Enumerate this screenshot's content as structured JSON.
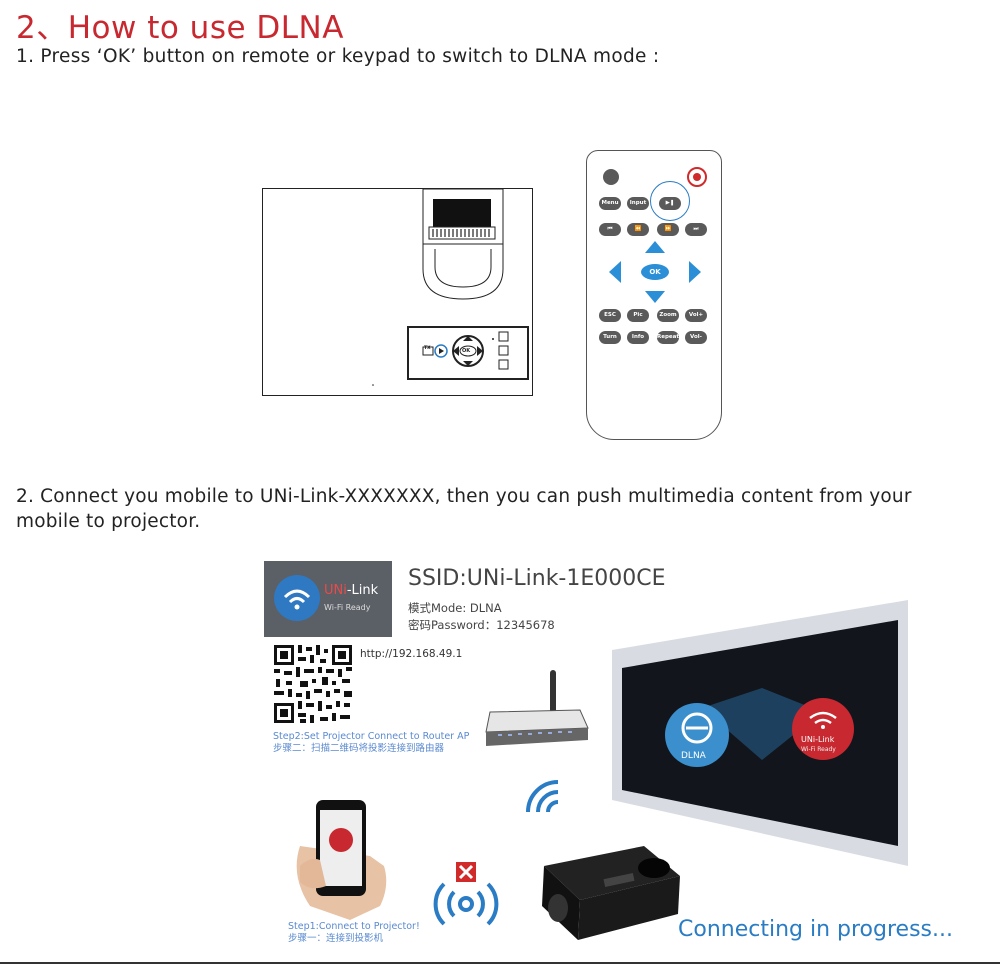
{
  "heading": "2、How to use DLNA",
  "step1": {
    "text": "1. Press ‘OK’ button on remote or keypad to switch to DLNA mode :"
  },
  "step2": {
    "text": "2. Connect you mobile to UNi-Link-XXXXXXX, then you can push multimedia content from your mobile to projector."
  },
  "projector_panel": {
    "keys": [
      "TX",
      "OK"
    ]
  },
  "remote": {
    "row1": [
      "Menu",
      "Input"
    ],
    "row2": [],
    "ok": "OK",
    "row4": [
      "ESC",
      "Pic",
      "Zoom",
      "Vol+"
    ],
    "row5": [
      "Turn",
      "Info",
      "Repeat",
      "Vol-"
    ]
  },
  "wifi_card": {
    "brand_uni": "UNi",
    "brand_link": "-Link",
    "ready": "Wi-Fi Ready",
    "ssid": "SSID:UNi-Link-1E000CE",
    "mode": "模式Mode: DLNA",
    "password": "密码Password：12345678",
    "url": "http://192.168.49.1"
  },
  "instructions": {
    "step2_en": "Step2:Set Projector Connect to Router AP",
    "step2_cn": "步骤二：扫描二维码将投影连接到路由器",
    "step1_en": "Step1:Connect to Projector!",
    "step1_cn": "步骤一：连接到投影机"
  },
  "screen": {
    "dlna": "DLNA",
    "uni_link": "UNi-Link",
    "ready": "Wi-Fi Ready"
  },
  "status": "Connecting in progress...",
  "colors": {
    "heading": "#c8282f",
    "accent_blue": "#2a7cc4",
    "remote_arrow": "#2a8fd6",
    "power_red": "#d02a2a"
  }
}
